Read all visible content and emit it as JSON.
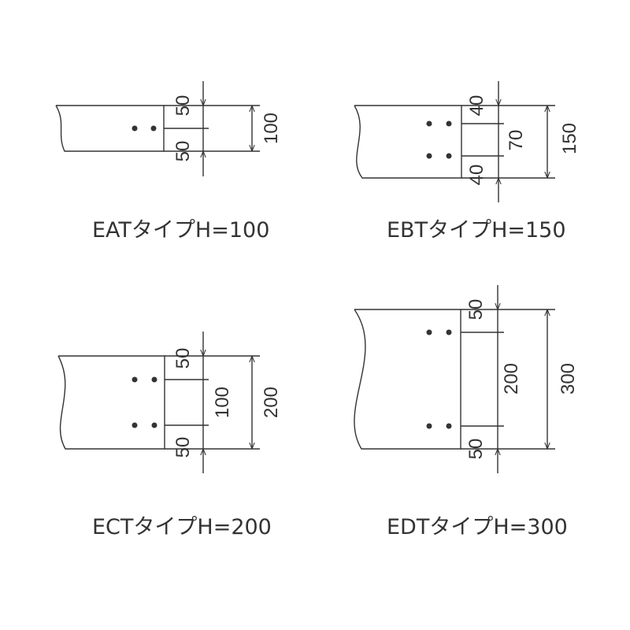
{
  "panels": [
    {
      "id": "eat",
      "caption": "EATタイプH=100",
      "dims": [
        "50",
        "50",
        "100"
      ]
    },
    {
      "id": "ebt",
      "caption": "EBTタイプH=150",
      "dims": [
        "40",
        "70",
        "40",
        "150"
      ]
    },
    {
      "id": "ect",
      "caption": "ECTタイプH=200",
      "dims": [
        "50",
        "100",
        "50",
        "200"
      ]
    },
    {
      "id": "edt",
      "caption": "EDTタイプH=300",
      "dims": [
        "50",
        "200",
        "50",
        "300"
      ]
    }
  ],
  "colors": {
    "line": "#333333",
    "background": "#ffffff"
  }
}
